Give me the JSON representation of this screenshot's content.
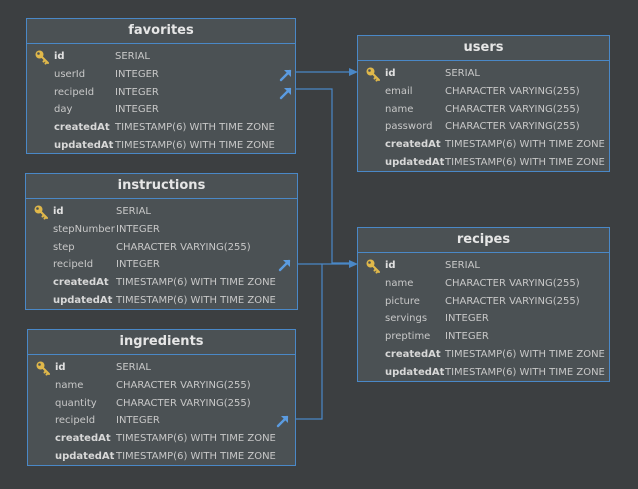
{
  "tables": {
    "favorites": {
      "title": "favorites",
      "rows": [
        {
          "name": "id",
          "type": "SERIAL"
        },
        {
          "name": "userId",
          "type": "INTEGER"
        },
        {
          "name": "recipeId",
          "type": "INTEGER"
        },
        {
          "name": "day",
          "type": "INTEGER"
        },
        {
          "name": "createdAt",
          "type": "TIMESTAMP(6) WITH TIME ZONE"
        },
        {
          "name": "updatedAt",
          "type": "TIMESTAMP(6) WITH TIME ZONE"
        }
      ]
    },
    "instructions": {
      "title": "instructions",
      "rows": [
        {
          "name": "id",
          "type": "SERIAL"
        },
        {
          "name": "stepNumber",
          "type": "INTEGER"
        },
        {
          "name": "step",
          "type": "CHARACTER VARYING(255)"
        },
        {
          "name": "recipeId",
          "type": "INTEGER"
        },
        {
          "name": "createdAt",
          "type": "TIMESTAMP(6) WITH TIME ZONE"
        },
        {
          "name": "updatedAt",
          "type": "TIMESTAMP(6) WITH TIME ZONE"
        }
      ]
    },
    "ingredients": {
      "title": "ingredients",
      "rows": [
        {
          "name": "id",
          "type": "SERIAL"
        },
        {
          "name": "name",
          "type": "CHARACTER VARYING(255)"
        },
        {
          "name": "quantity",
          "type": "CHARACTER VARYING(255)"
        },
        {
          "name": "recipeId",
          "type": "INTEGER"
        },
        {
          "name": "createdAt",
          "type": "TIMESTAMP(6) WITH TIME ZONE"
        },
        {
          "name": "updatedAt",
          "type": "TIMESTAMP(6) WITH TIME ZONE"
        }
      ]
    },
    "users": {
      "title": "users",
      "rows": [
        {
          "name": "id",
          "type": "SERIAL"
        },
        {
          "name": "email",
          "type": "CHARACTER VARYING(255)"
        },
        {
          "name": "name",
          "type": "CHARACTER VARYING(255)"
        },
        {
          "name": "password",
          "type": "CHARACTER VARYING(255)"
        },
        {
          "name": "createdAt",
          "type": "TIMESTAMP(6) WITH TIME ZONE"
        },
        {
          "name": "updatedAt",
          "type": "TIMESTAMP(6) WITH TIME ZONE"
        }
      ]
    },
    "recipes": {
      "title": "recipes",
      "rows": [
        {
          "name": "id",
          "type": "SERIAL"
        },
        {
          "name": "name",
          "type": "CHARACTER VARYING(255)"
        },
        {
          "name": "picture",
          "type": "CHARACTER VARYING(255)"
        },
        {
          "name": "servings",
          "type": "INTEGER"
        },
        {
          "name": "preptime",
          "type": "INTEGER"
        },
        {
          "name": "createdAt",
          "type": "TIMESTAMP(6) WITH TIME ZONE"
        },
        {
          "name": "updatedAt",
          "type": "TIMESTAMP(6) WITH TIME ZONE"
        }
      ]
    }
  },
  "colors": {
    "background": "#3c3f41",
    "table_fill": "#4b5154",
    "border": "#4a88c7",
    "connector": "#4a88c7",
    "key_icon": "#e0b84a"
  }
}
